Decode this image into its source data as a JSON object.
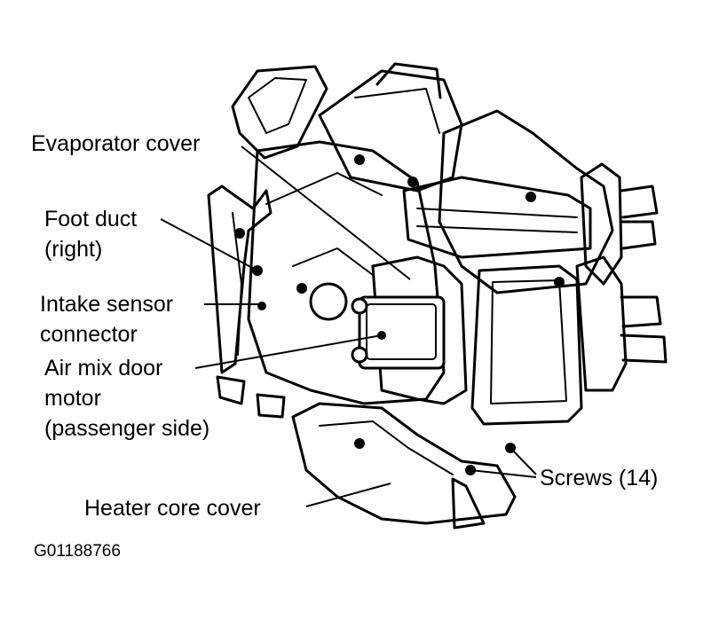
{
  "labels": {
    "evaporator_cover": "Evaporator cover",
    "foot_duct_line1": "Foot duct",
    "foot_duct_line2": "(right)",
    "intake_sensor_line1": "Intake sensor",
    "intake_sensor_line2": "connector",
    "air_mix_line1": "Air mix door",
    "air_mix_line2": "motor",
    "air_mix_line3": "(passenger side)",
    "heater_core_cover": "Heater core cover",
    "screws": "Screws (14)"
  },
  "figure_id": "G01188766"
}
